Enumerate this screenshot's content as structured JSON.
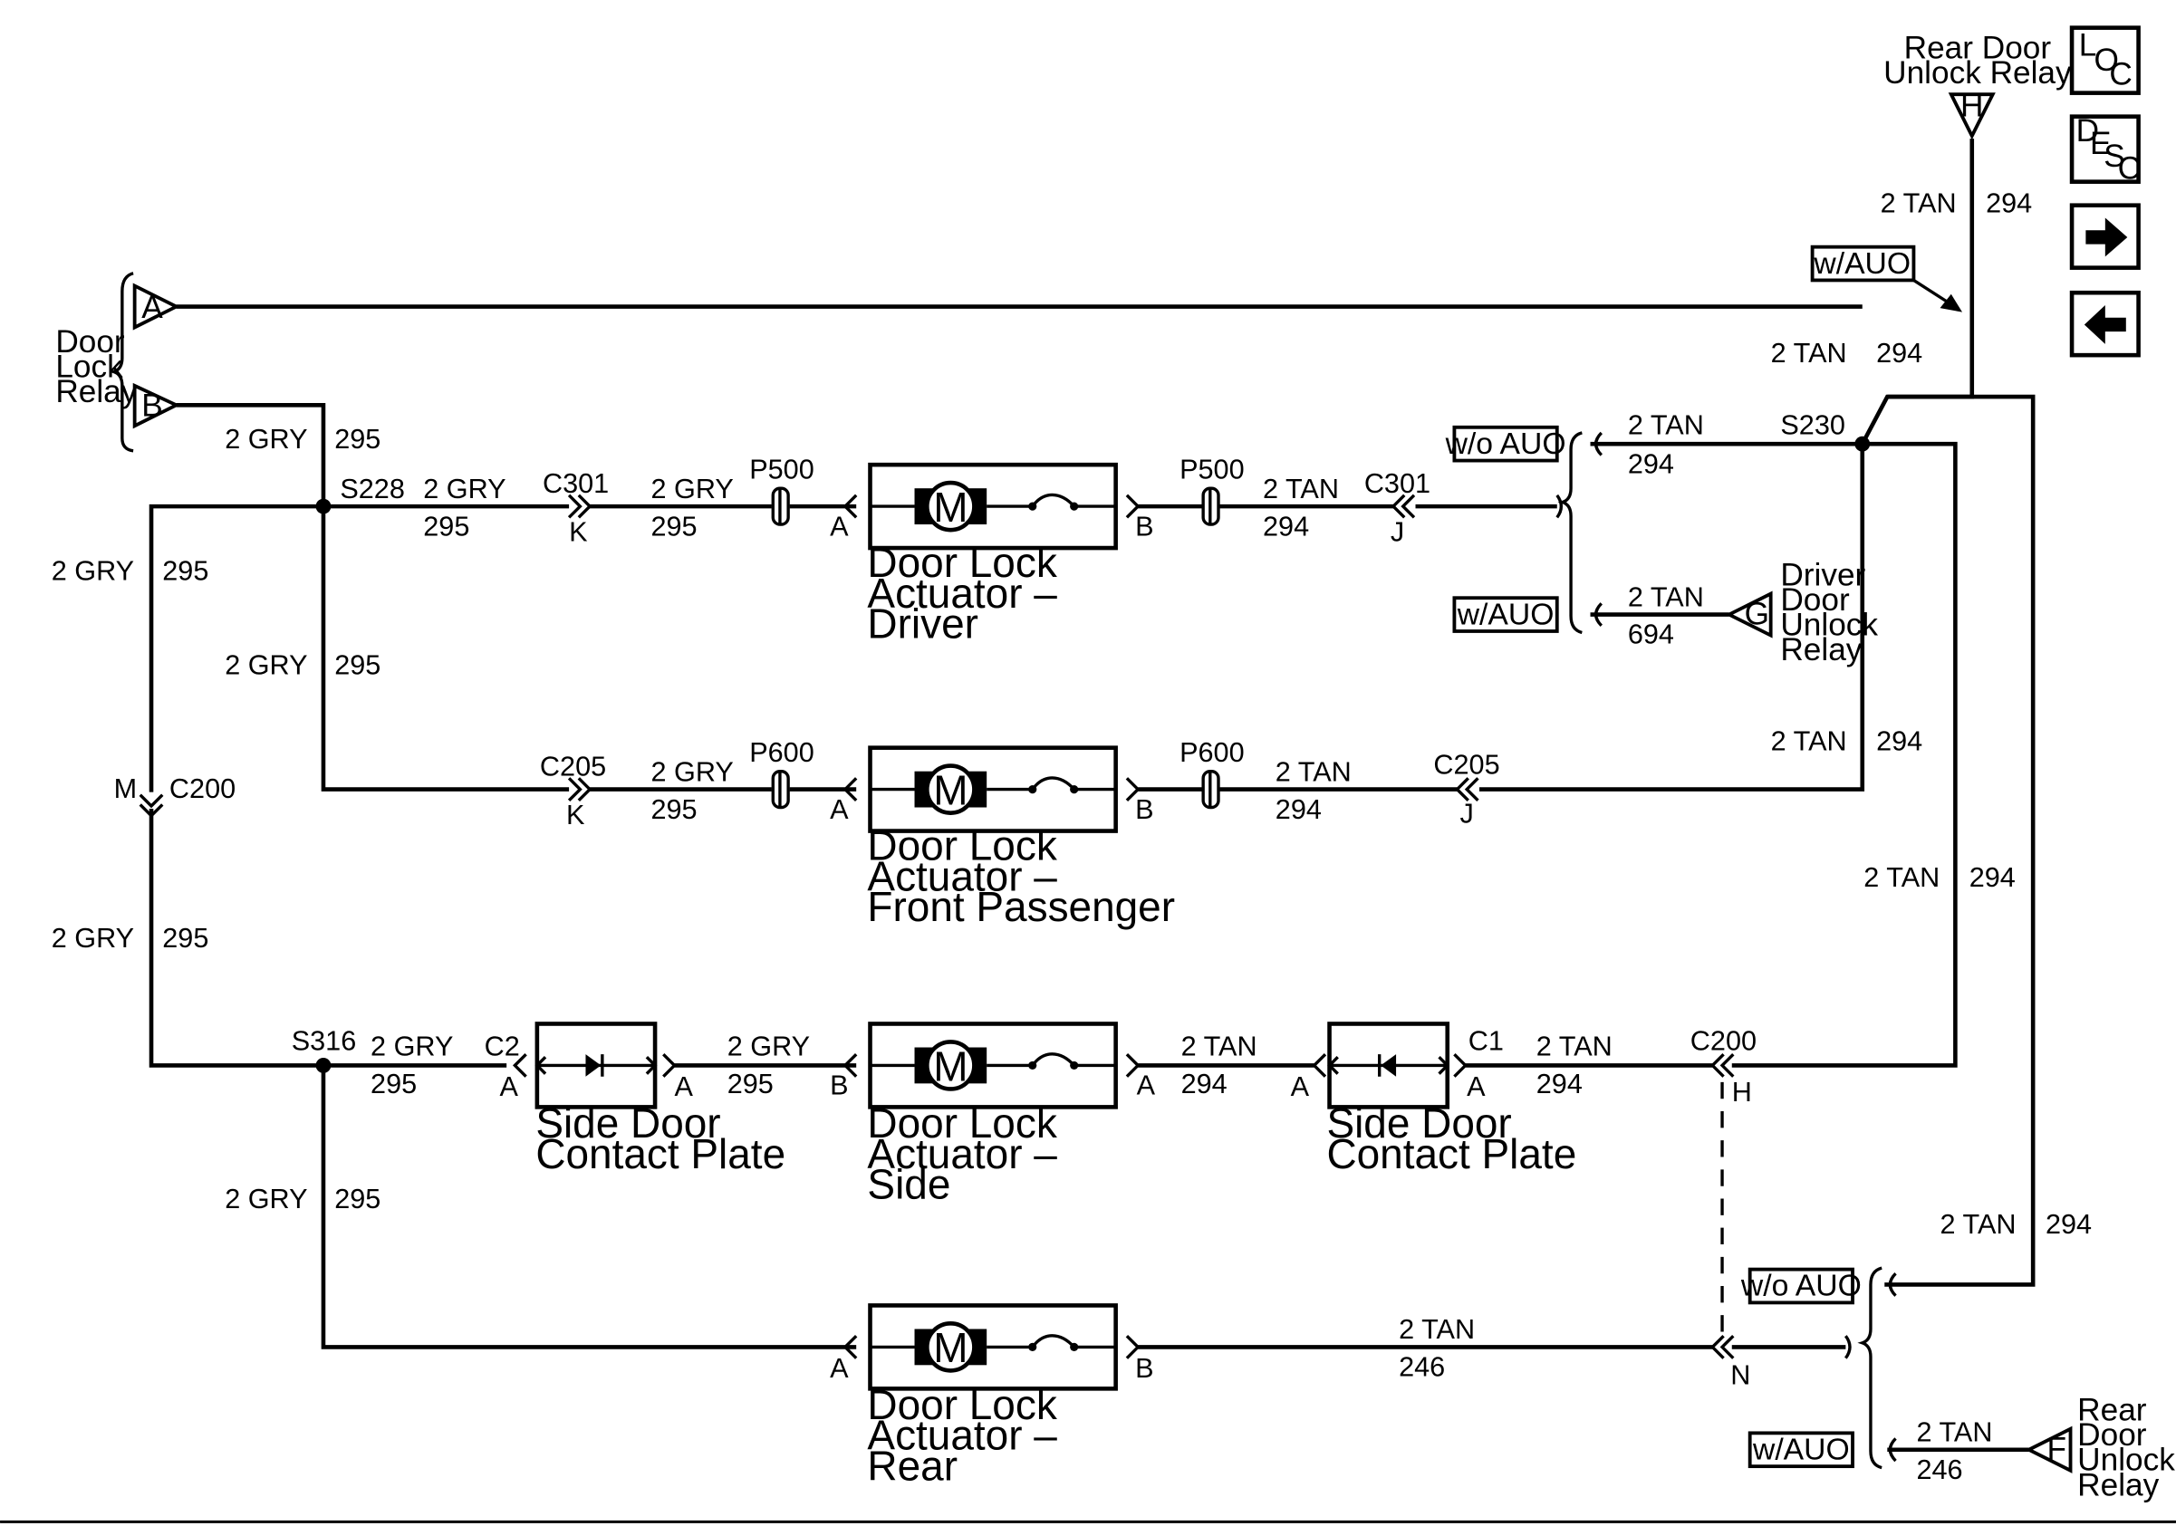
{
  "nav": {
    "loc_chars": [
      "L",
      "O",
      "C"
    ],
    "desc_chars": [
      "D",
      "E",
      "S",
      "C"
    ],
    "next_arrow": "arrow-right-icon",
    "prev_arrow": "arrow-left-icon"
  },
  "relays": {
    "door_lock": {
      "lines": [
        "Door",
        "Lock",
        "Relay"
      ],
      "pin_a": "A",
      "pin_b": "B"
    },
    "rear_unlock_top": {
      "lines": [
        "Rear Door",
        "Unlock Relay"
      ],
      "pin": "H"
    },
    "driver_unlock": {
      "lines": [
        "Driver",
        "Door",
        "Unlock",
        "Relay"
      ],
      "pin": "G"
    },
    "rear_unlock_bottom": {
      "lines": [
        "Rear",
        "Door",
        "Unlock",
        "Relay"
      ],
      "pin": "F"
    }
  },
  "options": {
    "with_auo": "w/AUO",
    "without_auo": "w/o AUO"
  },
  "splices": {
    "s228": "S228",
    "s230": "S230",
    "s316": "S316"
  },
  "connectors": {
    "c301": "C301",
    "c205": "C205",
    "c200": "C200",
    "c2": "C2",
    "c1": "C1",
    "p500": "P500",
    "p600": "P600"
  },
  "pins": {
    "a": "A",
    "b": "B",
    "j": "J",
    "k": "K",
    "m": "M",
    "h": "H",
    "n": "N"
  },
  "wires": {
    "gry": "2 GRY",
    "tan": "2 TAN",
    "c295": "295",
    "c294": "294",
    "c694": "694",
    "c246": "246"
  },
  "components": {
    "motor_symbol": "M",
    "actuator_driver": [
      "Door Lock",
      "Actuator –",
      "Driver"
    ],
    "actuator_front_passenger": [
      "Door Lock",
      "Actuator –",
      "Front Passenger"
    ],
    "actuator_side": [
      "Door Lock",
      "Actuator –",
      "Side"
    ],
    "actuator_rear": [
      "Door Lock",
      "Actuator –",
      "Rear"
    ],
    "contact_plate": [
      "Side Door",
      "Contact Plate"
    ]
  }
}
